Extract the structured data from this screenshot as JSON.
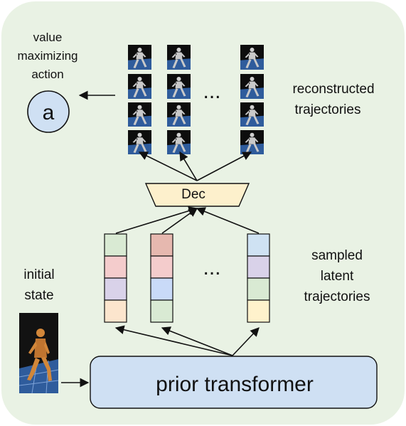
{
  "labels": {
    "value_action": [
      "value",
      "maximizing",
      "action"
    ],
    "action_symbol": "a",
    "reconstructed": [
      "reconstructed",
      "trajectories"
    ],
    "decoder": "Dec",
    "sampled": [
      "sampled",
      "latent",
      "trajectories"
    ],
    "initial_state": [
      "initial",
      "state"
    ],
    "prior": "prior transformer",
    "ellipsis": "..."
  },
  "colors": {
    "panel": "#e9f2e4",
    "prior_box": "#cfe0f3",
    "decoder_box": "#fdf0cc",
    "action_circle": "#cfe0f3",
    "floor": "#2f5c9c",
    "robot": "#c9c9c9",
    "human": "#d2873a"
  },
  "latent_columns": [
    [
      "#d9ead3",
      "#f4cccc",
      "#d9d2e9",
      "#fce5cd"
    ],
    [
      "#e6b8af",
      "#f4cccc",
      "#c9daf8",
      "#d9ead3"
    ],
    [
      "#cfe2f3",
      "#d9d2e9",
      "#d9ead3",
      "#fff2cc"
    ]
  ]
}
